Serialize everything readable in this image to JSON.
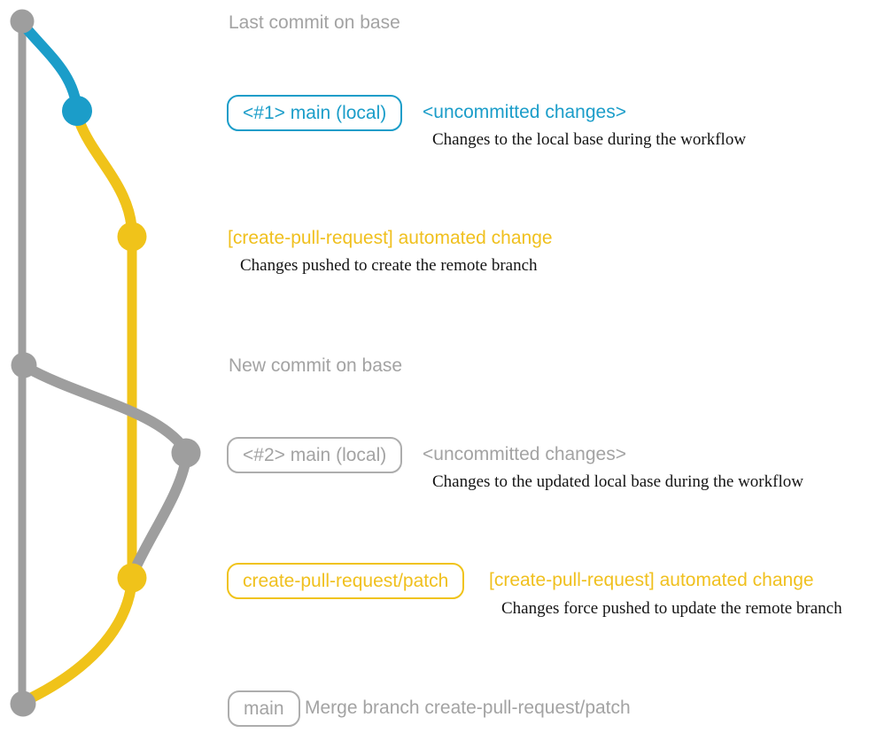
{
  "colors": {
    "blue": "#1b9dc9",
    "yellow": "#f0c31a",
    "yellow_text": "#f0c01e",
    "gray": "#9e9e9e",
    "gray_text": "#a3a3a3",
    "gray_box": "#adadad",
    "ink": "#141414"
  },
  "graph": {
    "branches": [
      "base",
      "main-local",
      "create-pull-request/patch"
    ],
    "commits": [
      "last-commit-on-base",
      "uncommitted-changes-1",
      "automated-change-commit",
      "new-commit-on-base",
      "uncommitted-changes-2",
      "force-pushed-commit",
      "merge-commit"
    ]
  },
  "sections": {
    "top": {
      "heading": "Last commit on base"
    },
    "s1": {
      "badge": "<#1> main (local)",
      "note": "<uncommitted changes>",
      "desc": "Changes to the local base during the workflow"
    },
    "s2": {
      "heading": "[create-pull-request] automated change",
      "desc": "Changes pushed to create the remote branch"
    },
    "s3": {
      "heading": "New commit on base"
    },
    "s4": {
      "badge": "<#2> main (local)",
      "note": "<uncommitted changes>",
      "desc": "Changes to the updated local base during the workflow"
    },
    "s5": {
      "badge": "create-pull-request/patch",
      "heading": "[create-pull-request] automated change",
      "desc": "Changes force pushed to update the remote branch"
    },
    "s6": {
      "badge": "main",
      "note": "Merge branch create-pull-request/patch"
    }
  }
}
